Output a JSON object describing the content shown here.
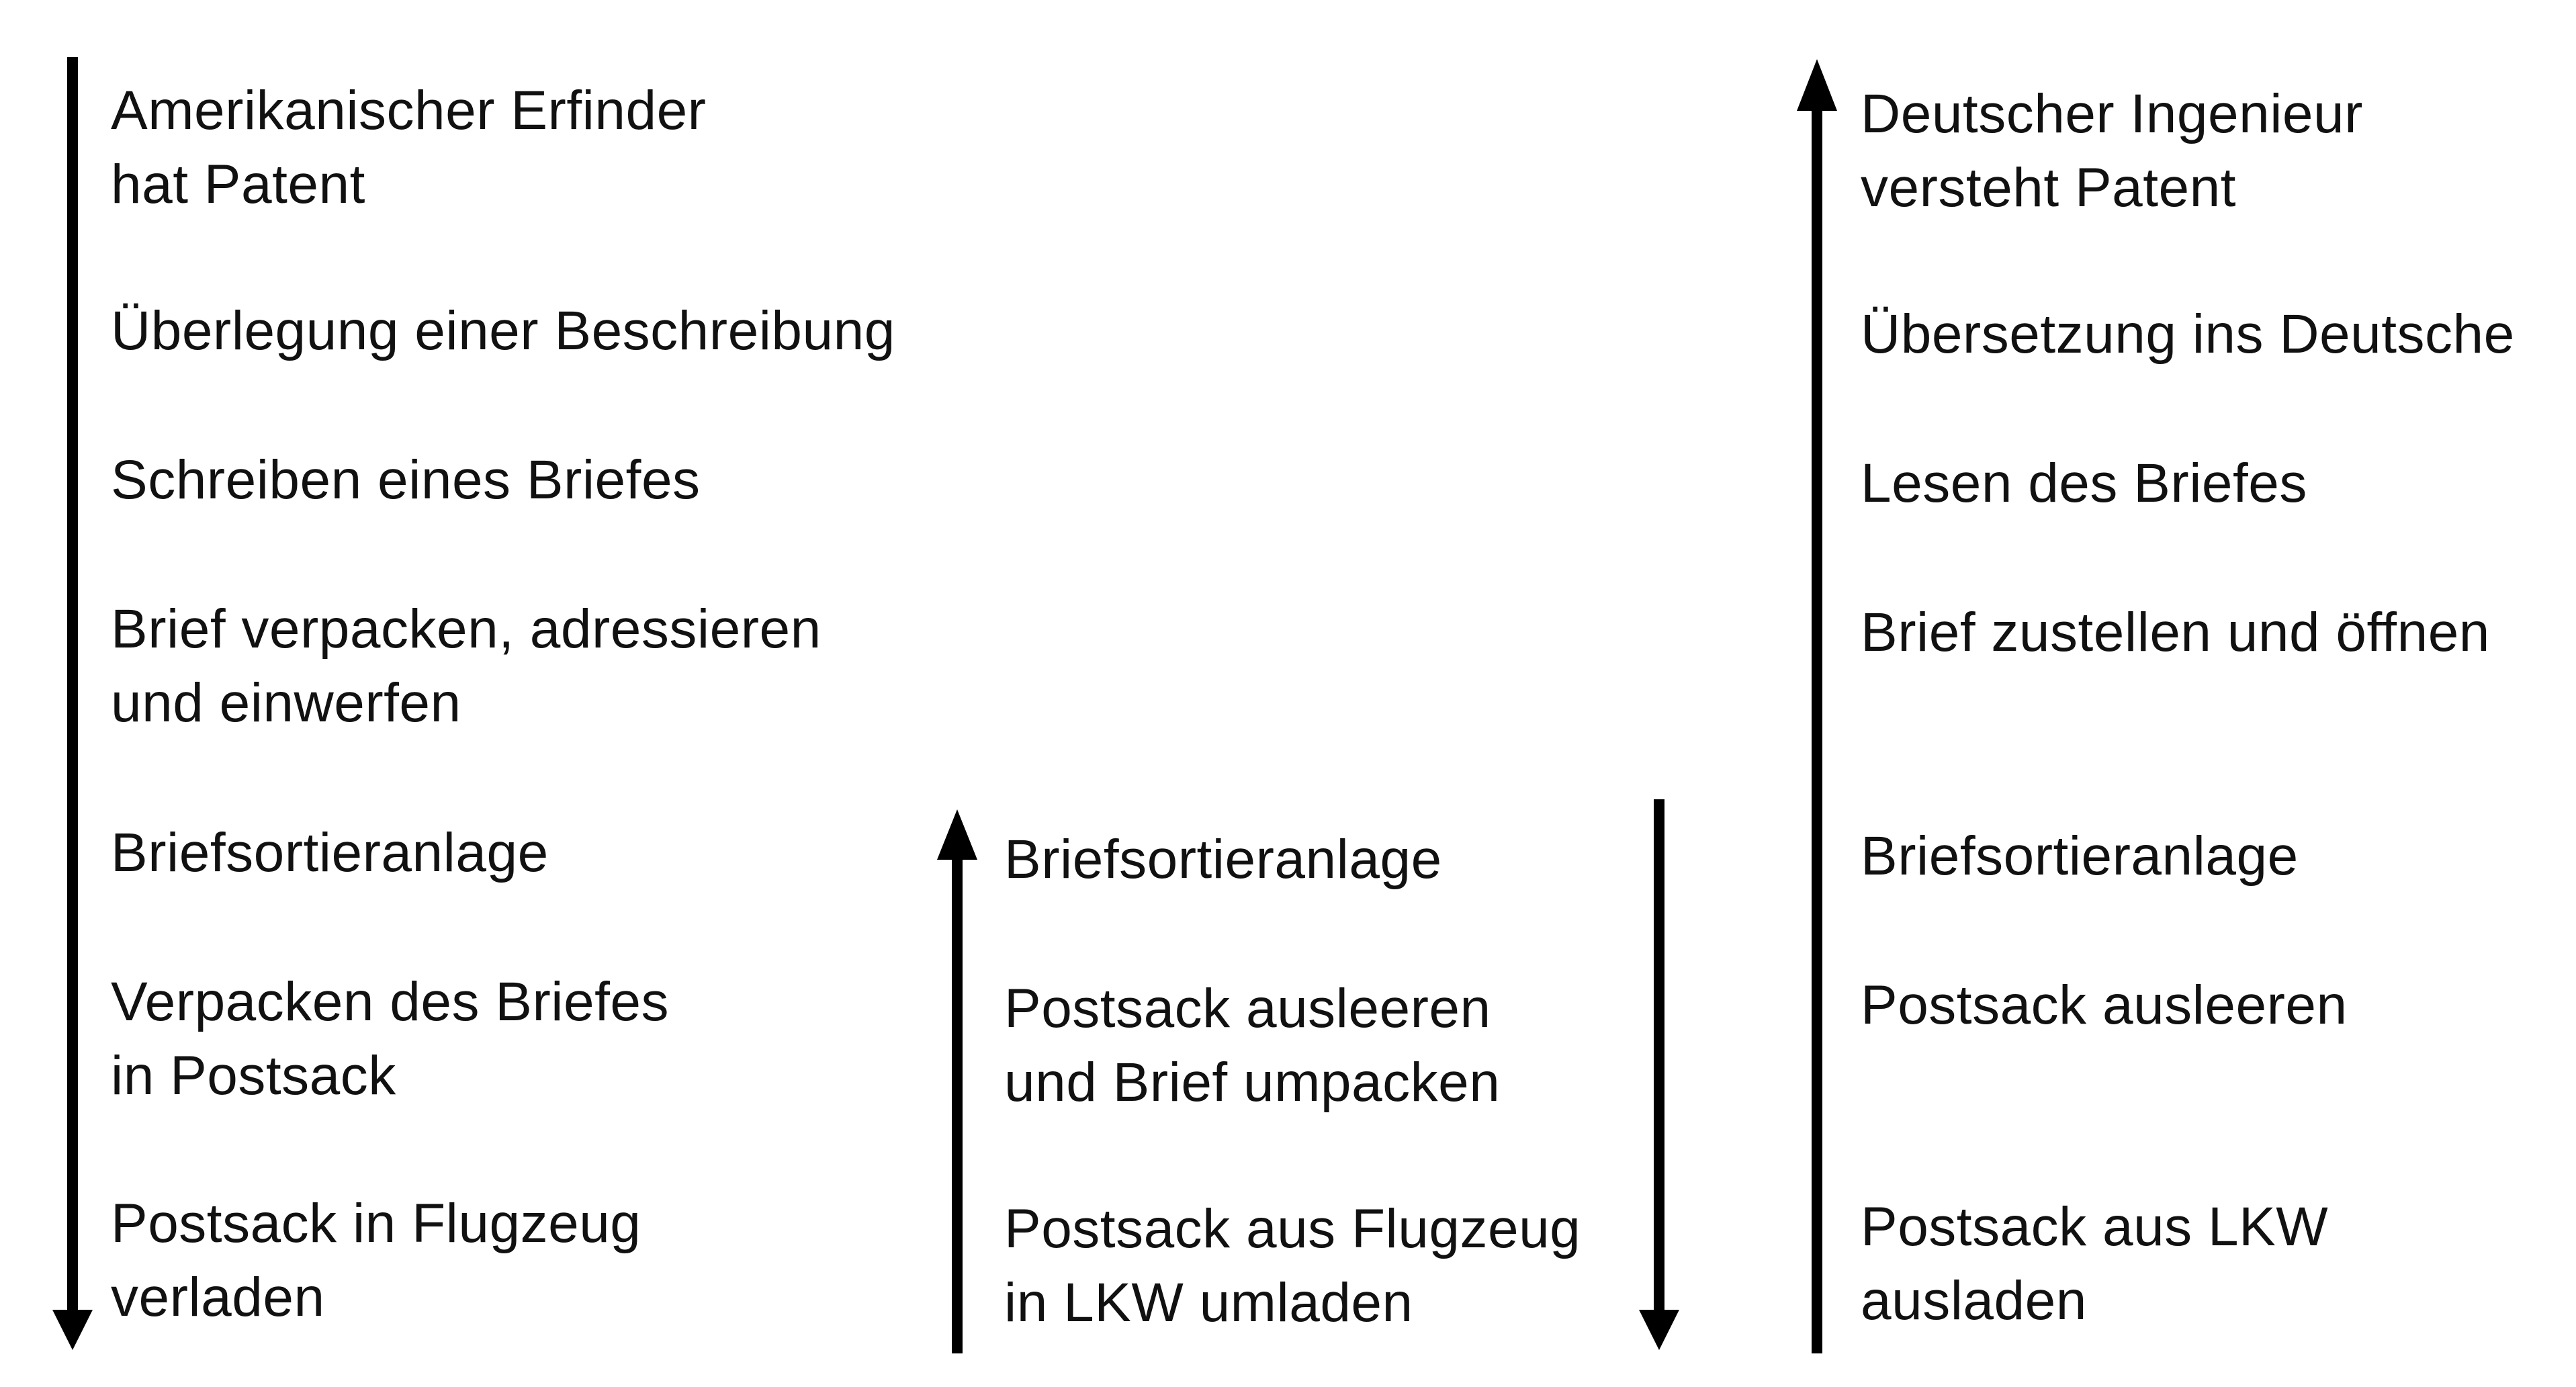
{
  "columns": [
    {
      "id": "sender-column",
      "direction": "down",
      "items": [
        {
          "lines": [
            "Amerikanischer Erfinder",
            "hat Patent"
          ]
        },
        {
          "lines": [
            "Überlegung einer Beschreibung"
          ]
        },
        {
          "lines": [
            "Schreiben eines Briefes"
          ]
        },
        {
          "lines": [
            "Brief verpacken, adressieren",
            "und einwerfen"
          ]
        },
        {
          "lines": [
            "Briefsortieranlage"
          ]
        },
        {
          "lines": [
            "Verpacken des Briefes",
            "in Postsack"
          ]
        },
        {
          "lines": [
            "Postsack in Flugzeug",
            "verladen"
          ]
        }
      ]
    },
    {
      "id": "transport-column",
      "direction": "up",
      "items": [
        {
          "lines": [
            "Briefsortieranlage"
          ]
        },
        {
          "lines": [
            "Postsack ausleeren",
            "und Brief umpacken"
          ]
        },
        {
          "lines": [
            "Postsack aus Flugzeug",
            "in LKW umladen"
          ]
        }
      ]
    },
    {
      "id": "transport-return-arrow",
      "direction": "down",
      "items": []
    },
    {
      "id": "receiver-column",
      "direction": "up",
      "items": [
        {
          "lines": [
            "Deutscher Ingenieur",
            "versteht Patent"
          ]
        },
        {
          "lines": [
            "Übersetzung ins Deutsche"
          ]
        },
        {
          "lines": [
            "Lesen des Briefes"
          ]
        },
        {
          "lines": [
            "Brief zustellen und öffnen"
          ]
        },
        {
          "lines": [
            "Briefsortieranlage"
          ]
        },
        {
          "lines": [
            "Postsack ausleeren"
          ]
        },
        {
          "lines": [
            "Postsack aus LKW",
            "ausladen"
          ]
        }
      ]
    }
  ],
  "colors": {
    "text": "#111111",
    "arrow": "#000000",
    "background": "#ffffff"
  }
}
